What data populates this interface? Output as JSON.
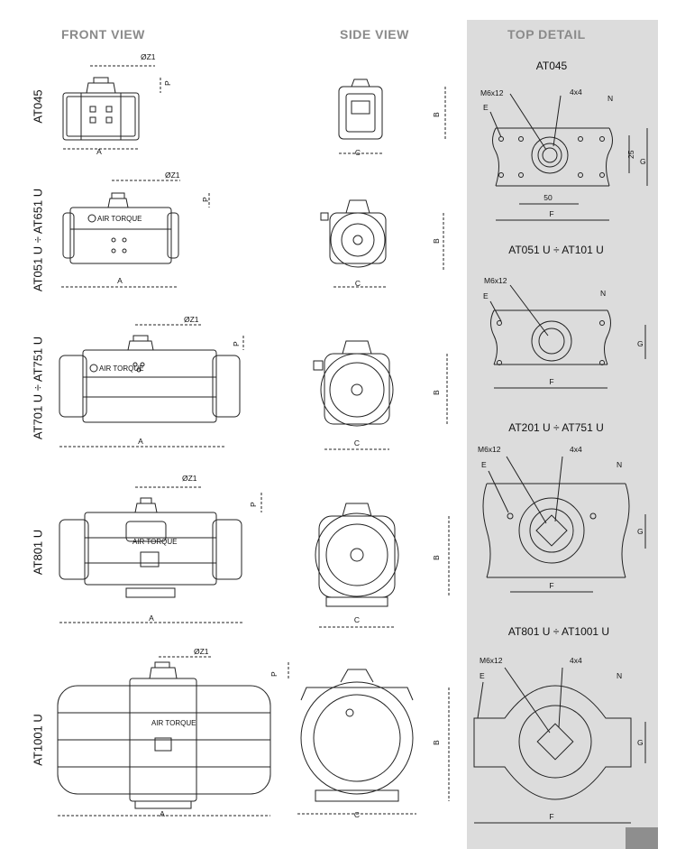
{
  "headers": {
    "front": "FRONT VIEW",
    "side": "SIDE VIEW",
    "top": "TOP DETAIL"
  },
  "rows": [
    {
      "label": "AT045"
    },
    {
      "label": "AT051 U ÷ AT651 U"
    },
    {
      "label": "AT701 U ÷ AT751 U"
    },
    {
      "label": "AT801 U"
    },
    {
      "label": "AT1001 U"
    }
  ],
  "details": [
    {
      "title": "AT045",
      "callout_bolt": "M6x12",
      "callout_square": "4x4",
      "label_e": "E",
      "label_n": "N",
      "label_f": "F",
      "label_g": "G",
      "dim_25": "25",
      "dim_50": "50"
    },
    {
      "title": "AT051 U ÷ AT101 U",
      "callout_bolt": "M6x12",
      "label_e": "E",
      "label_n": "N",
      "label_f": "F",
      "label_g": "G"
    },
    {
      "title": "AT201 U ÷ AT751 U",
      "callout_bolt": "M6x12",
      "callout_square": "4x4",
      "label_e": "E",
      "label_n": "N",
      "label_f": "F",
      "label_g": "G"
    },
    {
      "title": "AT801 U ÷ AT1001 U",
      "callout_bolt": "M6x12",
      "callout_square": "4x4",
      "label_e": "E",
      "label_n": "N",
      "label_f": "F",
      "label_g": "G"
    }
  ],
  "dims": {
    "a": "A",
    "b": "B",
    "c": "C",
    "p": "P",
    "z1": "ØZ1"
  },
  "brand_plate": "AIR TORQUE",
  "colors": {
    "panel": "#dcdcdc",
    "header": "#8a8a8a",
    "line": "#222222"
  }
}
